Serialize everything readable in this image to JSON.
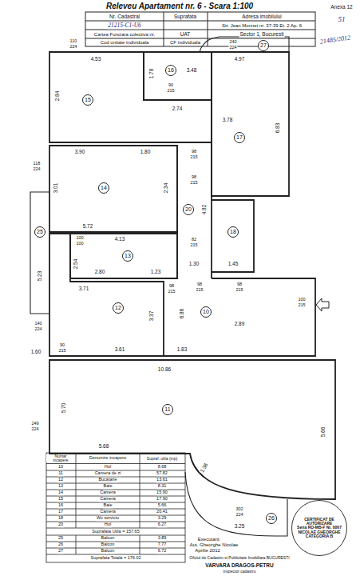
{
  "diagram": {
    "title": "Releveu Apartament nr. 6 - Scara 1:100",
    "nodes": [
      {
        "text": [
          "27"
        ]
      },
      {
        "text": [
          "16"
        ]
      },
      {
        "text": [
          "15"
        ]
      },
      {
        "text": [
          "17"
        ]
      },
      {
        "text": [
          "14"
        ]
      },
      {
        "text": [
          "20"
        ]
      },
      {
        "text": [
          "13"
        ]
      },
      {
        "text": [
          "25"
        ]
      },
      {
        "text": [
          "18"
        ]
      },
      {
        "text": [
          "12"
        ]
      },
      {
        "text": [
          "10"
        ]
      },
      {
        "text": [
          "11"
        ]
      },
      {
        "text": [
          "26"
        ]
      },
      {
        "text": [
          "CERTIFICAT DE AUTORIZARE",
          "Seria RO-MB-F Nr. 0067",
          "NICOLAE GHEORGHE",
          "CATEGORIA B"
        ]
      }
    ],
    "labels": [
      "Anexa 12",
      "51",
      "Nr. Cadastral",
      "Suprafata",
      "Adresa imobilului",
      "21215-C1-U6",
      "Str. Jean Monnet nr. 37-39 Et. 2 Ap. 6",
      "Cartea Funciara colectiva nr.",
      "UAT",
      "Sector 1, Bucuresti",
      "Cod unitate individuala",
      "CF individuala",
      "21485/2012",
      "110",
      "224",
      "4.53",
      "2.84",
      "1.78",
      "3.48",
      "90",
      "215",
      "2.74",
      "240",
      "224",
      "4.97",
      "3.78",
      "6.83",
      "3.90",
      "1.80",
      "98",
      "215",
      "118",
      "224",
      "3.01",
      "2.34",
      "98",
      "215",
      "4.82",
      "5.72",
      "82",
      "215",
      "100",
      "100",
      "4.13",
      "2.54",
      "2.80",
      "1.23",
      "1.30",
      "1.45",
      "5.23",
      "3.71",
      "98",
      "215",
      "98",
      "215",
      "98",
      "215",
      "100",
      "215",
      "6.86",
      "3.37",
      "2.89",
      "140",
      "224",
      "1.60",
      "90",
      "215",
      "3.61",
      "1.83",
      "10.86",
      "249",
      "224",
      "5.70",
      "5.66",
      "5.68",
      "1.36",
      "302",
      "224",
      "3.25",
      "Numar incapere",
      "Denumire incapere",
      "Supraf. utila (mp)",
      "10",
      "Hol",
      "8.68",
      "11",
      "Camera de zi",
      "57.82",
      "12",
      "Bucatarie",
      "13.61",
      "13",
      "Baie",
      "8.31",
      "14",
      "Camera",
      "15.90",
      "15",
      "Camera",
      "17.90",
      "16",
      "Baie",
      "5.66",
      "17",
      "Camera",
      "20.41",
      "18",
      "Wc serviciu",
      "3.29",
      "20",
      "Hol",
      "6.27",
      "Suprafata Utila = 157.65",
      "25",
      "Balcon",
      "3.89",
      "26",
      "Balcon",
      "7.77",
      "27",
      "Balcon",
      "6.72",
      "Suprafata Totala = 176.02",
      "Executant:",
      "Aut. Gheorghe Nicolae",
      "Aprilie 2012",
      "Oficiul de Cadastru si Publicitate Imobiliara BUCURESTI",
      "VARVARA DRAGOS-PETRU",
      "inspector cadastru"
    ]
  }
}
